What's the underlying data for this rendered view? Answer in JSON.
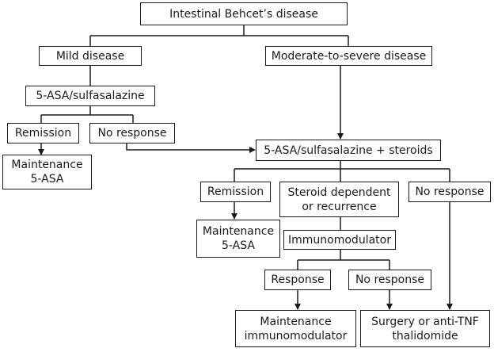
{
  "nodes": {
    "root": {
      "label": "Intestinal Behcet’s disease"
    },
    "mild": {
      "label": "Mild disease"
    },
    "moderate": {
      "label": "Moderate-to-severe disease"
    },
    "asa1": {
      "label": "5-ASA/sulfasalazine"
    },
    "remission1": {
      "label": "Remission"
    },
    "noresponse1": {
      "label": "No response"
    },
    "maintenance1": {
      "line1": "Maintenance",
      "line2": "5-ASA"
    },
    "asa_steroids": {
      "label": "5-ASA/sulfasalazine + steroids"
    },
    "remission2": {
      "label": "Remission"
    },
    "steroid_dependent": {
      "line1": "Steroid dependent",
      "line2": "or recurrence"
    },
    "noresponse2": {
      "label": "No response"
    },
    "maintenance2": {
      "line1": "Maintenance",
      "line2": "5-ASA"
    },
    "immunomodulator": {
      "label": "Immunomodulator"
    },
    "response": {
      "label": "Response"
    },
    "noresponse3": {
      "label": "No response"
    },
    "maintenance_immuno": {
      "line1": "Maintenance",
      "line2": "immunomodulator"
    },
    "surgery": {
      "line1": "Surgery or anti-TNF",
      "line2": "thalidomide"
    }
  }
}
